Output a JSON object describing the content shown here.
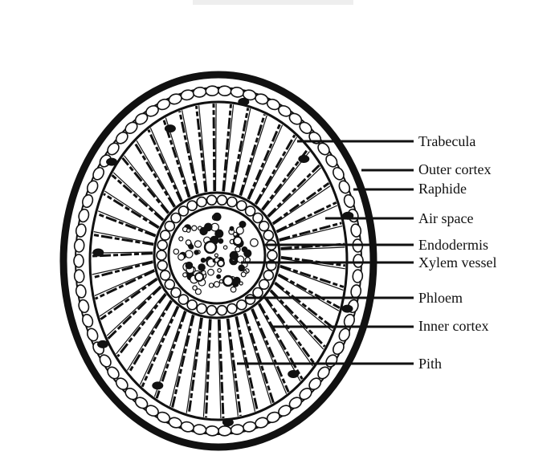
{
  "labels": {
    "trabecula": "Trabecula",
    "outer_cortex": "Outer cortex",
    "raphide": "Raphide",
    "air_space": "Air space",
    "endodermis": "Endodermis",
    "xylem_vessel": "Xylem vessel",
    "phloem": "Phloem",
    "inner_cortex": "Inner cortex",
    "pith": "Pith"
  },
  "colors": {
    "ink": "#111111",
    "paper": "#ffffff"
  }
}
